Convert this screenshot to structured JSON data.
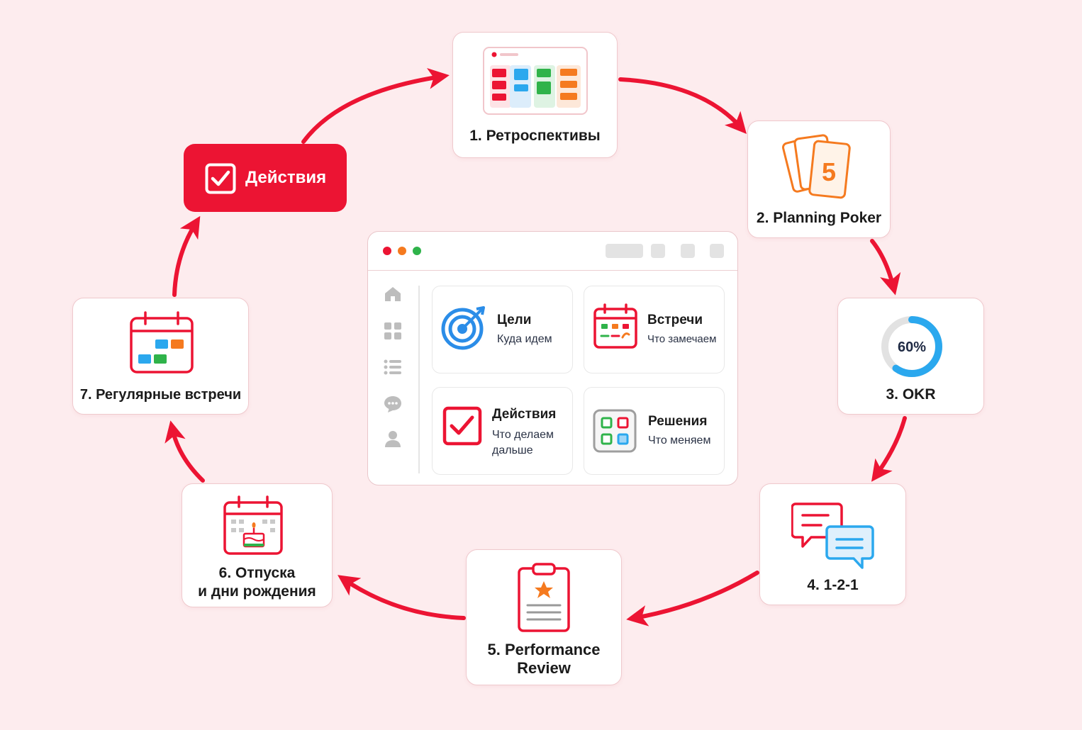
{
  "cycle": {
    "retro_label": "1. Ретроспективы",
    "poker_label": "2. Planning Poker",
    "poker_card_value": "5",
    "okr_label": "3. OKR",
    "okr_percent": "60%",
    "okr_progress": 0.6,
    "one_on_one_label": "4. 1-2-1",
    "perf_review_line1": "5. Performance",
    "perf_review_line2": "Review",
    "vacations_line1": "6. Отпуска",
    "vacations_line2": "и дни рождения",
    "regular_meetings_label": "7. Регулярные встречи",
    "actions_pill_label": "Действия"
  },
  "app_window": {
    "tiles": [
      {
        "title": "Цели",
        "subtitle": "Куда идем"
      },
      {
        "title": "Встречи",
        "subtitle": "Что замечаем"
      },
      {
        "title": "Действия",
        "subtitle_line1": "Что делаем",
        "subtitle_line2": "дальше"
      },
      {
        "title": "Решения",
        "subtitle": "Что меняем"
      }
    ]
  },
  "colors": {
    "brand_red": "#ec1433",
    "background": "#fdecee",
    "okr_blue": "#2ba8ee",
    "orange": "#f57a1f",
    "green": "#2fb34a"
  }
}
